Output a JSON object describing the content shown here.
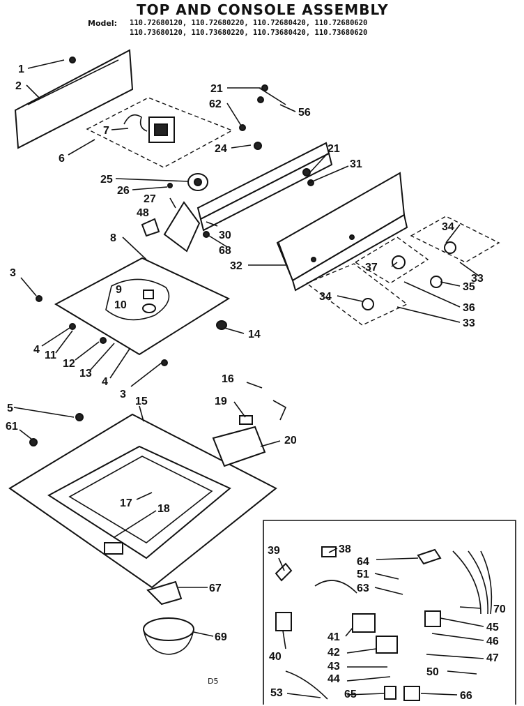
{
  "title": "TOP AND CONSOLE ASSEMBLY",
  "model_label": "Model:",
  "models": [
    "110.72680120, 110.72680220, 110.72680420, 110.72680620",
    "110.73680120, 110.73680220, 110.73680420, 110.73680620"
  ],
  "corner_text": "",
  "footer_code": "D5",
  "callouts": [
    "1",
    "2",
    "6",
    "7",
    "21",
    "62",
    "56",
    "24",
    "21",
    "31",
    "25",
    "26",
    "27",
    "48",
    "30",
    "68",
    "32",
    "34",
    "33",
    "37",
    "35",
    "36",
    "34",
    "33",
    "8",
    "3",
    "9",
    "10",
    "14",
    "4",
    "11",
    "12",
    "13",
    "4",
    "3",
    "16",
    "5",
    "15",
    "19",
    "20",
    "61",
    "17",
    "18",
    "67",
    "69",
    "39",
    "38",
    "64",
    "51",
    "63",
    "70",
    "45",
    "46",
    "41",
    "40",
    "42",
    "43",
    "44",
    "47",
    "50",
    "53",
    "65",
    "66"
  ]
}
